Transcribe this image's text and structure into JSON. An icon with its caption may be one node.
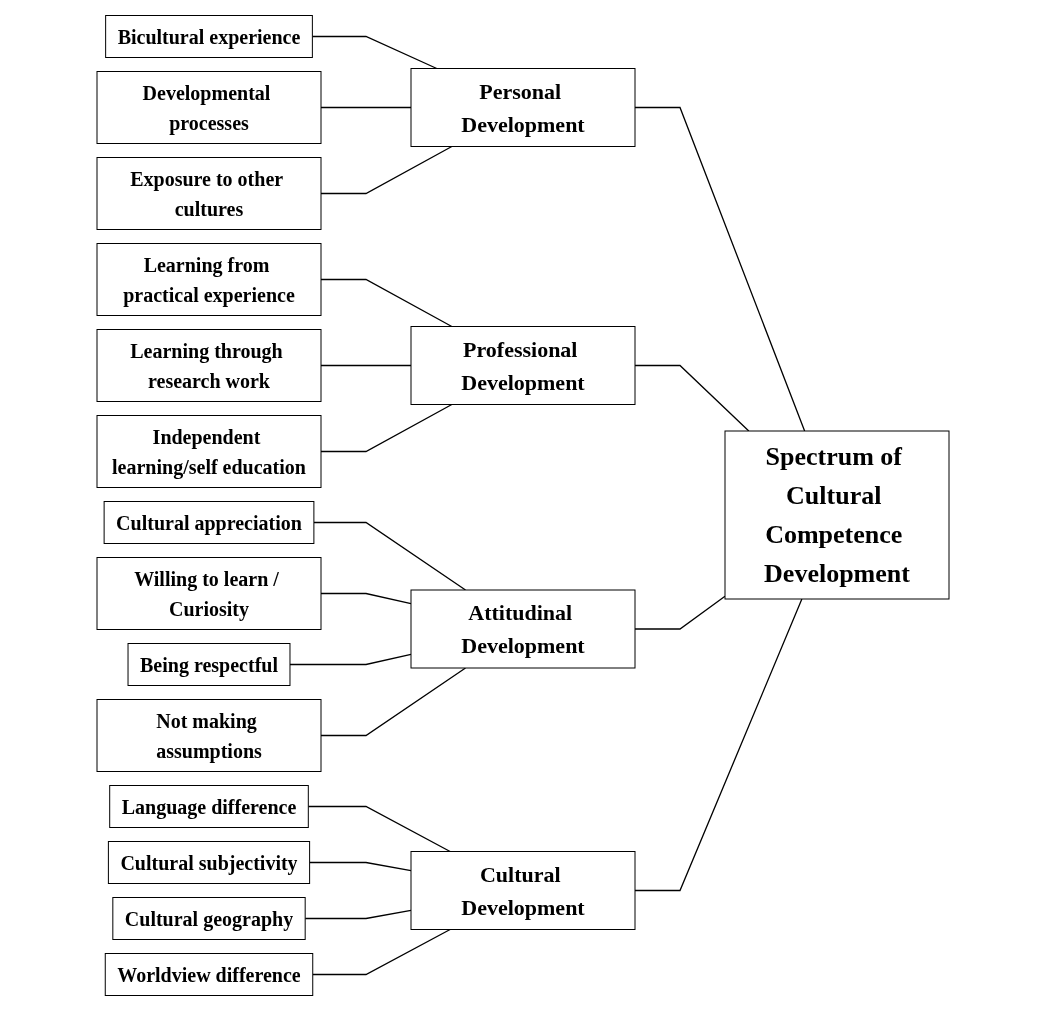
{
  "diagram": {
    "nodes": [
      {
        "text": [
          "Bicultural experience"
        ]
      },
      {
        "text": [
          "Developmental processes"
        ]
      },
      {
        "text": [
          "Exposure to other cultures"
        ]
      },
      {
        "text": [
          "Personal Development"
        ]
      },
      {
        "text": [
          "Learning from practical experience"
        ]
      },
      {
        "text": [
          "Learning through research work"
        ]
      },
      {
        "text": [
          "Independent learning/self education"
        ]
      },
      {
        "text": [
          "Professional Development"
        ]
      },
      {
        "text": [
          "Cultural appreciation"
        ]
      },
      {
        "text": [
          "Willing to learn / Curiosity"
        ]
      },
      {
        "text": [
          "Being respectful"
        ]
      },
      {
        "text": [
          "Not making assumptions"
        ]
      },
      {
        "text": [
          "Attitudinal Development"
        ]
      },
      {
        "text": [
          "Language difference"
        ]
      },
      {
        "text": [
          "Cultural subjectivity"
        ]
      },
      {
        "text": [
          "Cultural geography"
        ]
      },
      {
        "text": [
          "Worldview difference"
        ]
      },
      {
        "text": [
          "Cultural Development"
        ]
      },
      {
        "text": [
          "Spectrum of Cultural Competence Development"
        ]
      }
    ],
    "edges": [
      {
        "from": 0,
        "to": 3,
        "arrow": "none"
      },
      {
        "from": 1,
        "to": 3,
        "arrow": "none"
      },
      {
        "from": 2,
        "to": 3,
        "arrow": "none"
      },
      {
        "from": 4,
        "to": 7,
        "arrow": "none"
      },
      {
        "from": 5,
        "to": 7,
        "arrow": "none"
      },
      {
        "from": 6,
        "to": 7,
        "arrow": "none"
      },
      {
        "from": 8,
        "to": 12,
        "arrow": "none"
      },
      {
        "from": 9,
        "to": 12,
        "arrow": "none"
      },
      {
        "from": 10,
        "to": 12,
        "arrow": "none"
      },
      {
        "from": 11,
        "to": 12,
        "arrow": "none"
      },
      {
        "from": 13,
        "to": 17,
        "arrow": "none"
      },
      {
        "from": 14,
        "to": 17,
        "arrow": "none"
      },
      {
        "from": 15,
        "to": 17,
        "arrow": "none"
      },
      {
        "from": 16,
        "to": 17,
        "arrow": "none"
      },
      {
        "from": 3,
        "to": 18,
        "arrow": "none"
      },
      {
        "from": 7,
        "to": 18,
        "arrow": "none"
      },
      {
        "from": 12,
        "to": 18,
        "arrow": "none"
      },
      {
        "from": 17,
        "to": 18,
        "arrow": "none"
      }
    ]
  }
}
